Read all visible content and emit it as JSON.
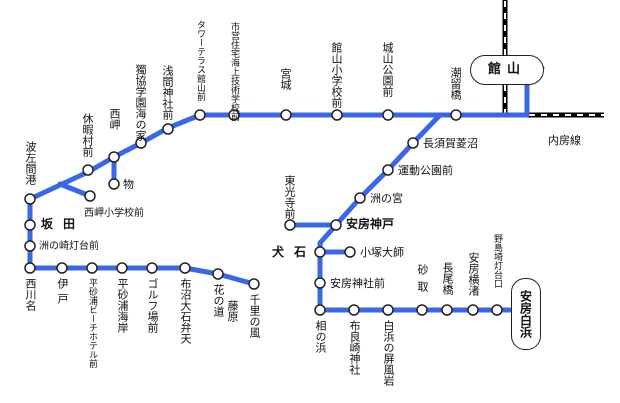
{
  "colors": {
    "route": "#3a66e8",
    "jr_line": "#000000",
    "stop_fill": "#ffffff",
    "stop_stroke": "#222222",
    "background": "#ffffff"
  },
  "terminals": {
    "tateyama": "館山",
    "awa_shirahama": "安房白浜"
  },
  "rail": {
    "uchibo_line": "内房線"
  },
  "stops": {
    "numabata": "潮留橋",
    "shiro": "城山公園前",
    "kanyama": "館山小学校前",
    "miya": "宮城",
    "shiei": "市営住宅海上技術学校前",
    "tower": "タワーテラス館山前",
    "asama": "浅間神社前",
    "dokkyo": "獨協学園海の家",
    "nishimisaki": "西岬",
    "kyuka": "休暇村前",
    "hasama": "波左間港",
    "mono": "物",
    "nishishogakko": "西岬小学校前",
    "sakata": "坂田",
    "suzaki": "洲の崎灯台前",
    "nishikawana": "西川名",
    "ito": "伊戸",
    "hotel": "平砂浦ビーチホテル前",
    "heisakaigan": "平砂浦海岸",
    "golf": "ゴルフ場前",
    "menuma": "布沼大石弁天",
    "hananomichi": "花の道",
    "fujiwara": "藤原",
    "senri": "千里の風",
    "nagasuga": "長須賀菱沼",
    "undo": "運動公園前",
    "suno": "洲の宮",
    "toko": "東光寺前",
    "kobe": "安房神戸",
    "inuishi": "犬石",
    "kozuka": "小塚大師",
    "jinja": "安房神社前",
    "ainohama": "相の浜",
    "mera": "布良崎神社",
    "shirahama": "白浜の屏風岩",
    "sunatori": "砂取",
    "naga": "長尾橋",
    "awayokosuka": "安房横渚",
    "nojima": "野島埼灯台口"
  }
}
